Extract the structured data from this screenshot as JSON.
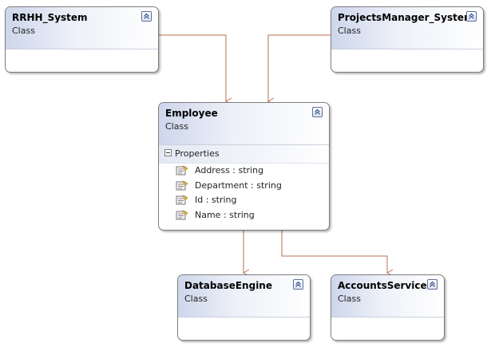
{
  "classes": {
    "rrhh": {
      "name": "RRHH_System",
      "stereotype": "Class"
    },
    "projects": {
      "name": "ProjectsManager_System",
      "stereotype": "Class"
    },
    "employee": {
      "name": "Employee",
      "stereotype": "Class",
      "compartment": "Properties",
      "properties": [
        "Address : string",
        "Department : string",
        "Id : string",
        "Name : string"
      ]
    },
    "database": {
      "name": "DatabaseEngine",
      "stereotype": "Class"
    },
    "accounts": {
      "name": "AccountsService",
      "stereotype": "Class"
    }
  },
  "colors": {
    "connector": "#b9704a",
    "header_gradient_start": "#cdd6ec",
    "border": "#7d7d7d"
  },
  "icons": {
    "collapse": "chevron-up-icon",
    "property": "property-icon",
    "compartment_toggle": "minus-icon"
  }
}
